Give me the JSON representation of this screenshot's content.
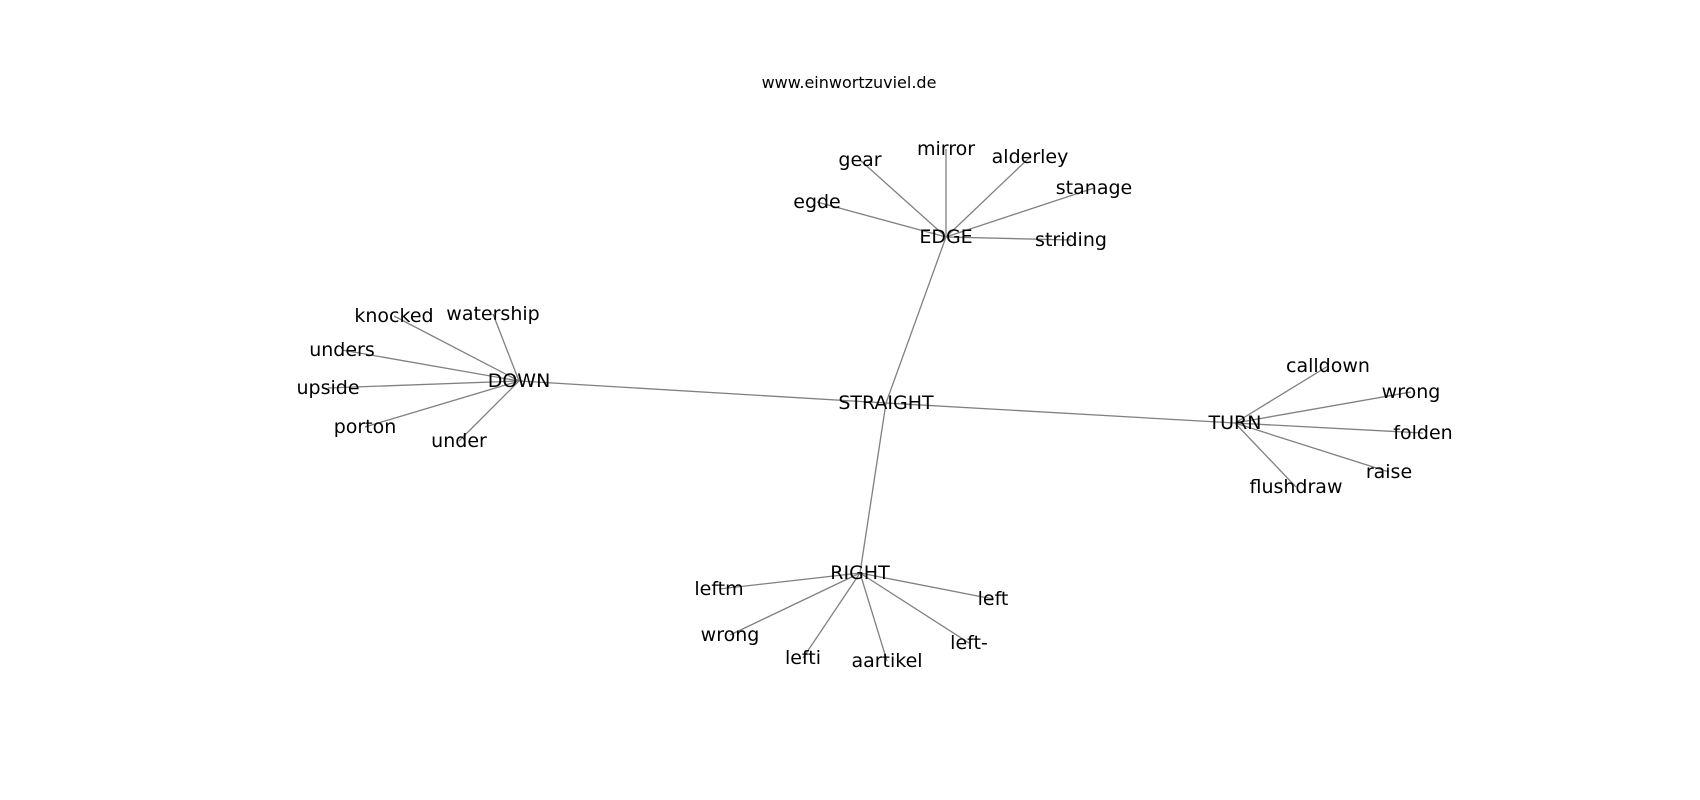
{
  "header": {
    "site": "www.einwortzuviel.de"
  },
  "graph": {
    "edge_color": "#808080",
    "nodes": [
      {
        "id": "straight",
        "label": "STRAIGHT"
      },
      {
        "id": "edge",
        "label": "EDGE"
      },
      {
        "id": "down",
        "label": "DOWN"
      },
      {
        "id": "turn",
        "label": "TURN"
      },
      {
        "id": "right",
        "label": "RIGHT"
      },
      {
        "id": "gear",
        "label": "gear"
      },
      {
        "id": "mirror",
        "label": "mirror"
      },
      {
        "id": "alderley",
        "label": "alderley"
      },
      {
        "id": "stanage",
        "label": "stanage"
      },
      {
        "id": "egde",
        "label": "egde"
      },
      {
        "id": "striding",
        "label": "striding"
      },
      {
        "id": "knocked",
        "label": "knocked"
      },
      {
        "id": "watership",
        "label": "watership"
      },
      {
        "id": "unders",
        "label": "unders"
      },
      {
        "id": "upside",
        "label": "upside"
      },
      {
        "id": "porton",
        "label": "porton"
      },
      {
        "id": "under",
        "label": "under"
      },
      {
        "id": "calldown",
        "label": "calldown"
      },
      {
        "id": "wrong-turn",
        "label": "wrong"
      },
      {
        "id": "folden",
        "label": "folden"
      },
      {
        "id": "raise",
        "label": "raise"
      },
      {
        "id": "flushdraw",
        "label": "flushdraw"
      },
      {
        "id": "leftm",
        "label": "leftm"
      },
      {
        "id": "left",
        "label": "left"
      },
      {
        "id": "wrong-right",
        "label": "wrong"
      },
      {
        "id": "left-dash",
        "label": "left-"
      },
      {
        "id": "lefti",
        "label": "lefti"
      },
      {
        "id": "aartikel",
        "label": "aartikel"
      }
    ],
    "edges": [
      [
        "straight",
        "edge"
      ],
      [
        "straight",
        "down"
      ],
      [
        "straight",
        "turn"
      ],
      [
        "straight",
        "right"
      ],
      [
        "edge",
        "gear"
      ],
      [
        "edge",
        "mirror"
      ],
      [
        "edge",
        "alderley"
      ],
      [
        "edge",
        "stanage"
      ],
      [
        "edge",
        "egde"
      ],
      [
        "edge",
        "striding"
      ],
      [
        "down",
        "knocked"
      ],
      [
        "down",
        "watership"
      ],
      [
        "down",
        "unders"
      ],
      [
        "down",
        "upside"
      ],
      [
        "down",
        "porton"
      ],
      [
        "down",
        "under"
      ],
      [
        "turn",
        "calldown"
      ],
      [
        "turn",
        "wrong-turn"
      ],
      [
        "turn",
        "folden"
      ],
      [
        "turn",
        "raise"
      ],
      [
        "turn",
        "flushdraw"
      ],
      [
        "right",
        "leftm"
      ],
      [
        "right",
        "left"
      ],
      [
        "right",
        "wrong-right"
      ],
      [
        "right",
        "left-dash"
      ],
      [
        "right",
        "lefti"
      ],
      [
        "right",
        "aartikel"
      ]
    ]
  }
}
